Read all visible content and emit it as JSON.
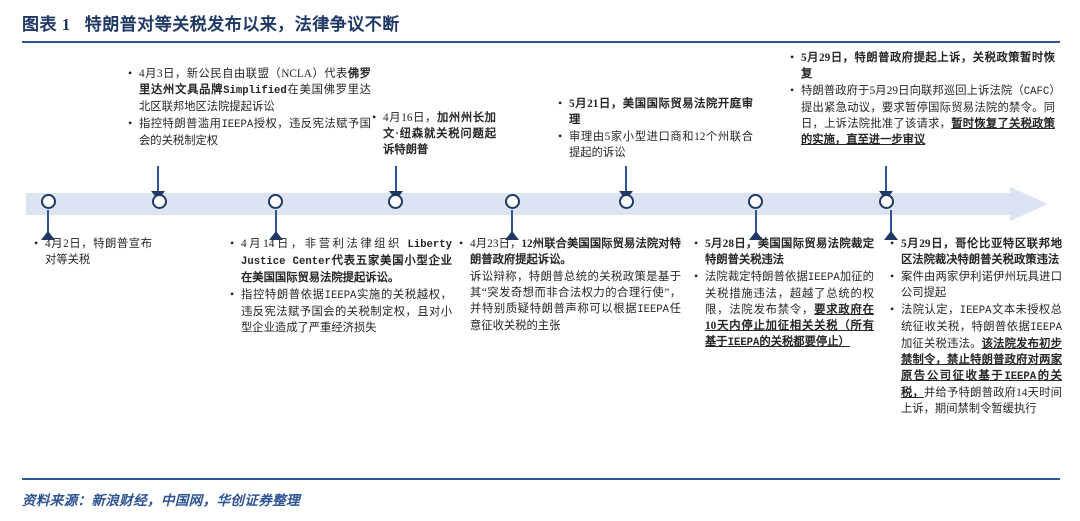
{
  "header": {
    "figure_number": "图表 1",
    "title": "特朗普对等关税发布以来，法律争议不断"
  },
  "footer": {
    "source": "资料来源：新浪财经，中国网，华创证券整理"
  },
  "colors": {
    "accent": "#2f5496",
    "accent_dark": "#1f3864",
    "axis_band": "#dce3f2",
    "body_text": "#262626",
    "page_bg": "#ffffff"
  },
  "timeline": {
    "orientation": "horizontal",
    "arrow_direction": "right",
    "node_count": 8,
    "nodes": [
      {
        "id": "node-1",
        "x_pct": 2.2,
        "side": "below"
      },
      {
        "id": "node-2",
        "x_pct": 13.0,
        "side": "above"
      },
      {
        "id": "node-3",
        "x_pct": 24.4,
        "side": "below"
      },
      {
        "id": "node-4",
        "x_pct": 36.1,
        "side": "above"
      },
      {
        "id": "node-5",
        "x_pct": 47.5,
        "side": "below"
      },
      {
        "id": "node-6",
        "x_pct": 58.6,
        "side": "above"
      },
      {
        "id": "node-7",
        "x_pct": 71.2,
        "side": "below"
      },
      {
        "id": "node-8",
        "x_pct": 84.0,
        "side": "above-and-below"
      }
    ]
  },
  "events": {
    "apr02": {
      "name": "4月2日 特朗普宣布对等关税",
      "bullets": [
        {
          "html": "4月2日，特朗普宣布对等关税"
        }
      ]
    },
    "apr03": {
      "name": "4月3日 NCLA 提起诉讼",
      "bullets": [
        {
          "html": "4月3日，新公民自由联盟（NCLA）代表<b>佛罗里达州文具品牌<span class=\"lat\">Simplified</span></b>在美国佛罗里达北区联邦地区法院提起诉讼"
        },
        {
          "html": "指控特朗普滥用<span class=\"lat\">IEEPA</span>授权，违反宪法赋予国会的关税制定权"
        }
      ]
    },
    "apr14": {
      "name": "4月14日 Liberty Justice Center 提起诉讼",
      "bullets": [
        {
          "html": "4月14日，非营利法律组织<b> <span class=\"lat\">Liberty Justice Center</span>代表五家美国小型企业在美国国际贸易法院提起诉讼。</b>"
        },
        {
          "html": "指控特朗普依据<span class=\"lat\">IEEPA</span>实施的关税越权，违反宪法赋予国会的关税制定权，且对小型企业造成了严重经济损失"
        }
      ]
    },
    "apr16": {
      "name": "4月16日 加州州长起诉特朗普",
      "bullets": [
        {
          "html": "4月16日，<b>加州州长加文·纽森就关税问题起诉特朗普</b>"
        }
      ]
    },
    "apr23": {
      "name": "4月23日 12州联合提起诉讼",
      "bullets": [
        {
          "html": "4月23日，<b>12州联合美国国际贸易法院对特朗普政府提起诉讼。</b>"
        },
        {
          "html": "诉讼辩称，特朗普总统的关税政策是基于其“突发奇想而非合法权力的合理行使”，并特别质疑特朗普声称可以根据<span class=\"lat\">IEEPA</span>任意征收关税的主张",
          "nobullet": true
        }
      ]
    },
    "may21": {
      "name": "5月21日 美国国际贸易法院开庭审理",
      "bullets": [
        {
          "html": "<b>5月21日，美国国际贸易法院开庭审理</b>"
        },
        {
          "html": "审理由5家小型进口商和12个州联合提起的诉讼"
        }
      ]
    },
    "may28": {
      "name": "5月28日 裁定特朗普关税违法",
      "bullets": [
        {
          "html": "<b>5月28日，美国国际贸易法院裁定特朗普关税违法</b>"
        },
        {
          "html": "法院裁定特朗普依据<span class=\"lat\">IEEPA</span>加征的关税措施违法，超越了总统的权限，法院发布禁令，<u>要求政府在10天内停止加征相关关税（所有基于<span class=\"lat\">IEEPA</span>的关税都要停止）</u>"
        }
      ]
    },
    "may29_appeal": {
      "name": "5月29日 特朗普政府提起上诉",
      "bullets": [
        {
          "html": "<b>5月29日，特朗普政府提起上诉，关税政策暂时恢复</b>"
        },
        {
          "html": "特朗普政府于5月29日向联邦巡回上诉法院（<span class=\"lat\">CAFC</span>）提出紧急动议，要求暂停国际贸易法院的禁令。同日，上诉法院批准了该请求，<u>暂时恢复了关税政策的实施，直至进一步审议</u>"
        }
      ]
    },
    "may29_dc": {
      "name": "5月29日 哥伦比亚特区联邦地区法院裁决",
      "bullets": [
        {
          "html": "<b>5月29日，哥伦比亚特区联邦地区法院裁决特朗普关税政策违法</b>"
        },
        {
          "html": "案件由两家伊利诺伊州玩具进口公司提起"
        },
        {
          "html": "法院认定，<span class=\"lat\">IEEPA</span>文本未授权总统征收关税，特朗普依据<span class=\"lat\">IEEPA</span>加征关税违法。<u>该法院发布初步禁制令，禁止特朗普政府对两家原告公司征收基于<span class=\"lat\">IEEPA</span>的关税，</u>并给予特朗普政府14天时间上诉，期间禁制令暂缓执行"
        }
      ]
    }
  }
}
